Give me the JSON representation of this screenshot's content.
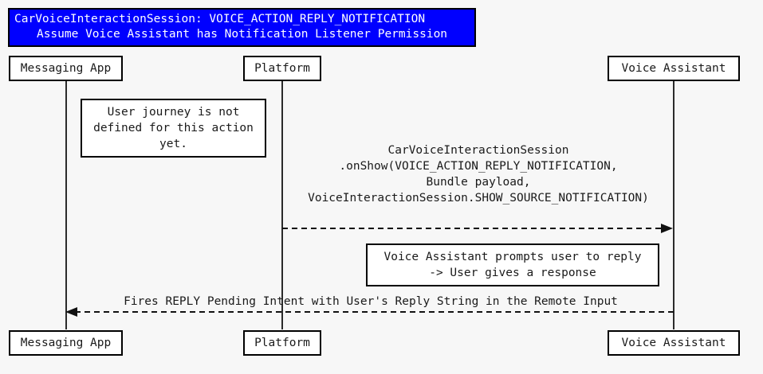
{
  "diagram": {
    "type": "uml-sequence-diagram",
    "background_color": "#f7f7f7",
    "title": {
      "line1": "CarVoiceInteractionSession: VOICE_ACTION_REPLY_NOTIFICATION",
      "line2": "Assume Voice Assistant has Notification Listener Permission",
      "background_color": "#0000FF",
      "text_color": "#FFFFFF"
    },
    "participants": [
      {
        "id": "messaging-app",
        "label": "Messaging App"
      },
      {
        "id": "platform",
        "label": "Platform"
      },
      {
        "id": "voice-assistant",
        "label": "Voice Assistant"
      }
    ],
    "notes": [
      {
        "id": "note-user-journey",
        "lines": [
          "User journey is not",
          "defined for this action",
          "yet."
        ]
      },
      {
        "id": "note-voice-prompt",
        "lines": [
          "Voice Assistant prompts user to reply",
          "-> User gives a response"
        ]
      }
    ],
    "messages": [
      {
        "id": "msg-onshow",
        "from": "platform",
        "to": "voice-assistant",
        "style": "dashed",
        "arrowhead": "solid-filled",
        "direction": "right",
        "lines": [
          "CarVoiceInteractionSession",
          ".onShow(VOICE_ACTION_REPLY_NOTIFICATION,",
          "Bundle payload,",
          "VoiceInteractionSession.SHOW_SOURCE_NOTIFICATION)"
        ]
      },
      {
        "id": "msg-reply-pending-intent",
        "from": "voice-assistant",
        "to": "messaging-app",
        "style": "dashed",
        "arrowhead": "solid-filled",
        "direction": "left",
        "lines": [
          "Fires REPLY Pending Intent with User's Reply String in the Remote Input"
        ]
      }
    ]
  }
}
